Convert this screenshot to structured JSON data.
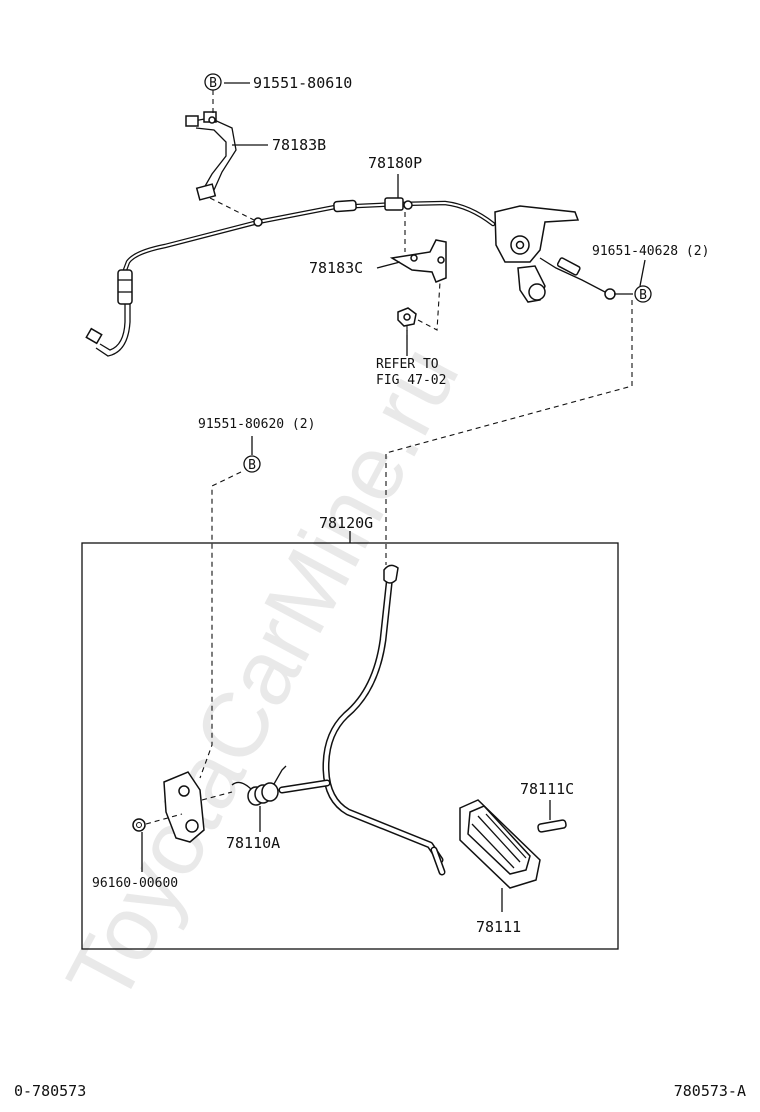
{
  "watermark": "ToyotaCarMine.ru",
  "labels": {
    "p91551_80610": "91551-80610",
    "p78183B": "78183B",
    "p78180P": "78180P",
    "p78183C": "78183C",
    "p91651_40628": "91651-40628 (2)",
    "refer_line1": "REFER TO",
    "refer_line2": "FIG 47-02",
    "p91551_80620": "91551-80620 (2)",
    "p78120G": "78120G",
    "p78111C": "78111C",
    "p78110A": "78110A",
    "p96160_00600": "96160-00600",
    "p78111": "78111"
  },
  "markers": {
    "b1": "B",
    "b2": "B",
    "b3": "B"
  },
  "footer": {
    "left": "0-780573",
    "right": "780573-A"
  }
}
